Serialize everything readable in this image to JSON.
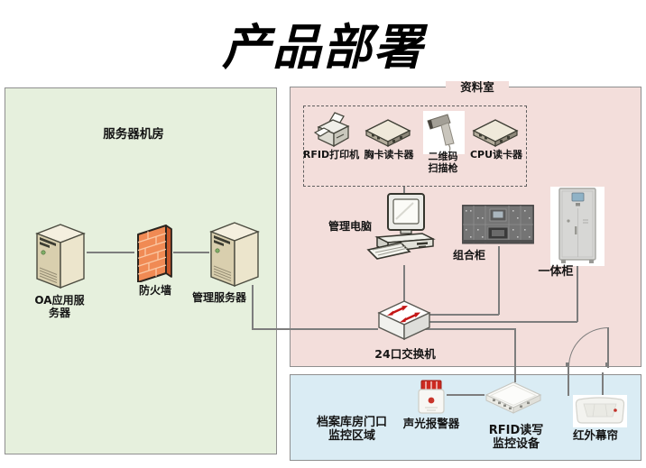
{
  "title": "产品部署",
  "regions": {
    "server_room": {
      "label": "服务器机房"
    },
    "data_room": {
      "label": "资料室"
    },
    "monitor_area": {
      "label": "档案库房门口\n监控区域"
    }
  },
  "nodes": {
    "oa_server": {
      "label": "OA应用服\n务器"
    },
    "firewall": {
      "label": "防火墙"
    },
    "mgmt_server": {
      "label": "管理服务器"
    },
    "rfid_printer": {
      "label": "RFID打印机"
    },
    "badge_reader": {
      "label": "胸卡读卡器"
    },
    "qr_scanner": {
      "label": "二维码\n扫描枪"
    },
    "cpu_reader": {
      "label": "CPU读卡器"
    },
    "mgmt_pc": {
      "label": "管理电脑"
    },
    "combo_cabinet": {
      "label": "组合柜"
    },
    "all_in_one_cabinet": {
      "label": "一体柜"
    },
    "switch_24port": {
      "label": "24口交换机"
    },
    "sound_light_alarm": {
      "label": "声光报警器"
    },
    "rfid_rw_monitor": {
      "label": "RFID读写\n监控设备"
    },
    "ir_curtain": {
      "label": "红外幕帘"
    }
  },
  "colors": {
    "server_room_bg": "#e6f0dd",
    "data_room_bg": "#f3dedb",
    "monitor_area_bg": "#daecf4",
    "connector_line": "#7d7d7d",
    "firewall_orange": "#f08a54",
    "switch_arrow_red": "#c41616",
    "alarm_red": "#cc2a20",
    "title_color": "#000000"
  }
}
